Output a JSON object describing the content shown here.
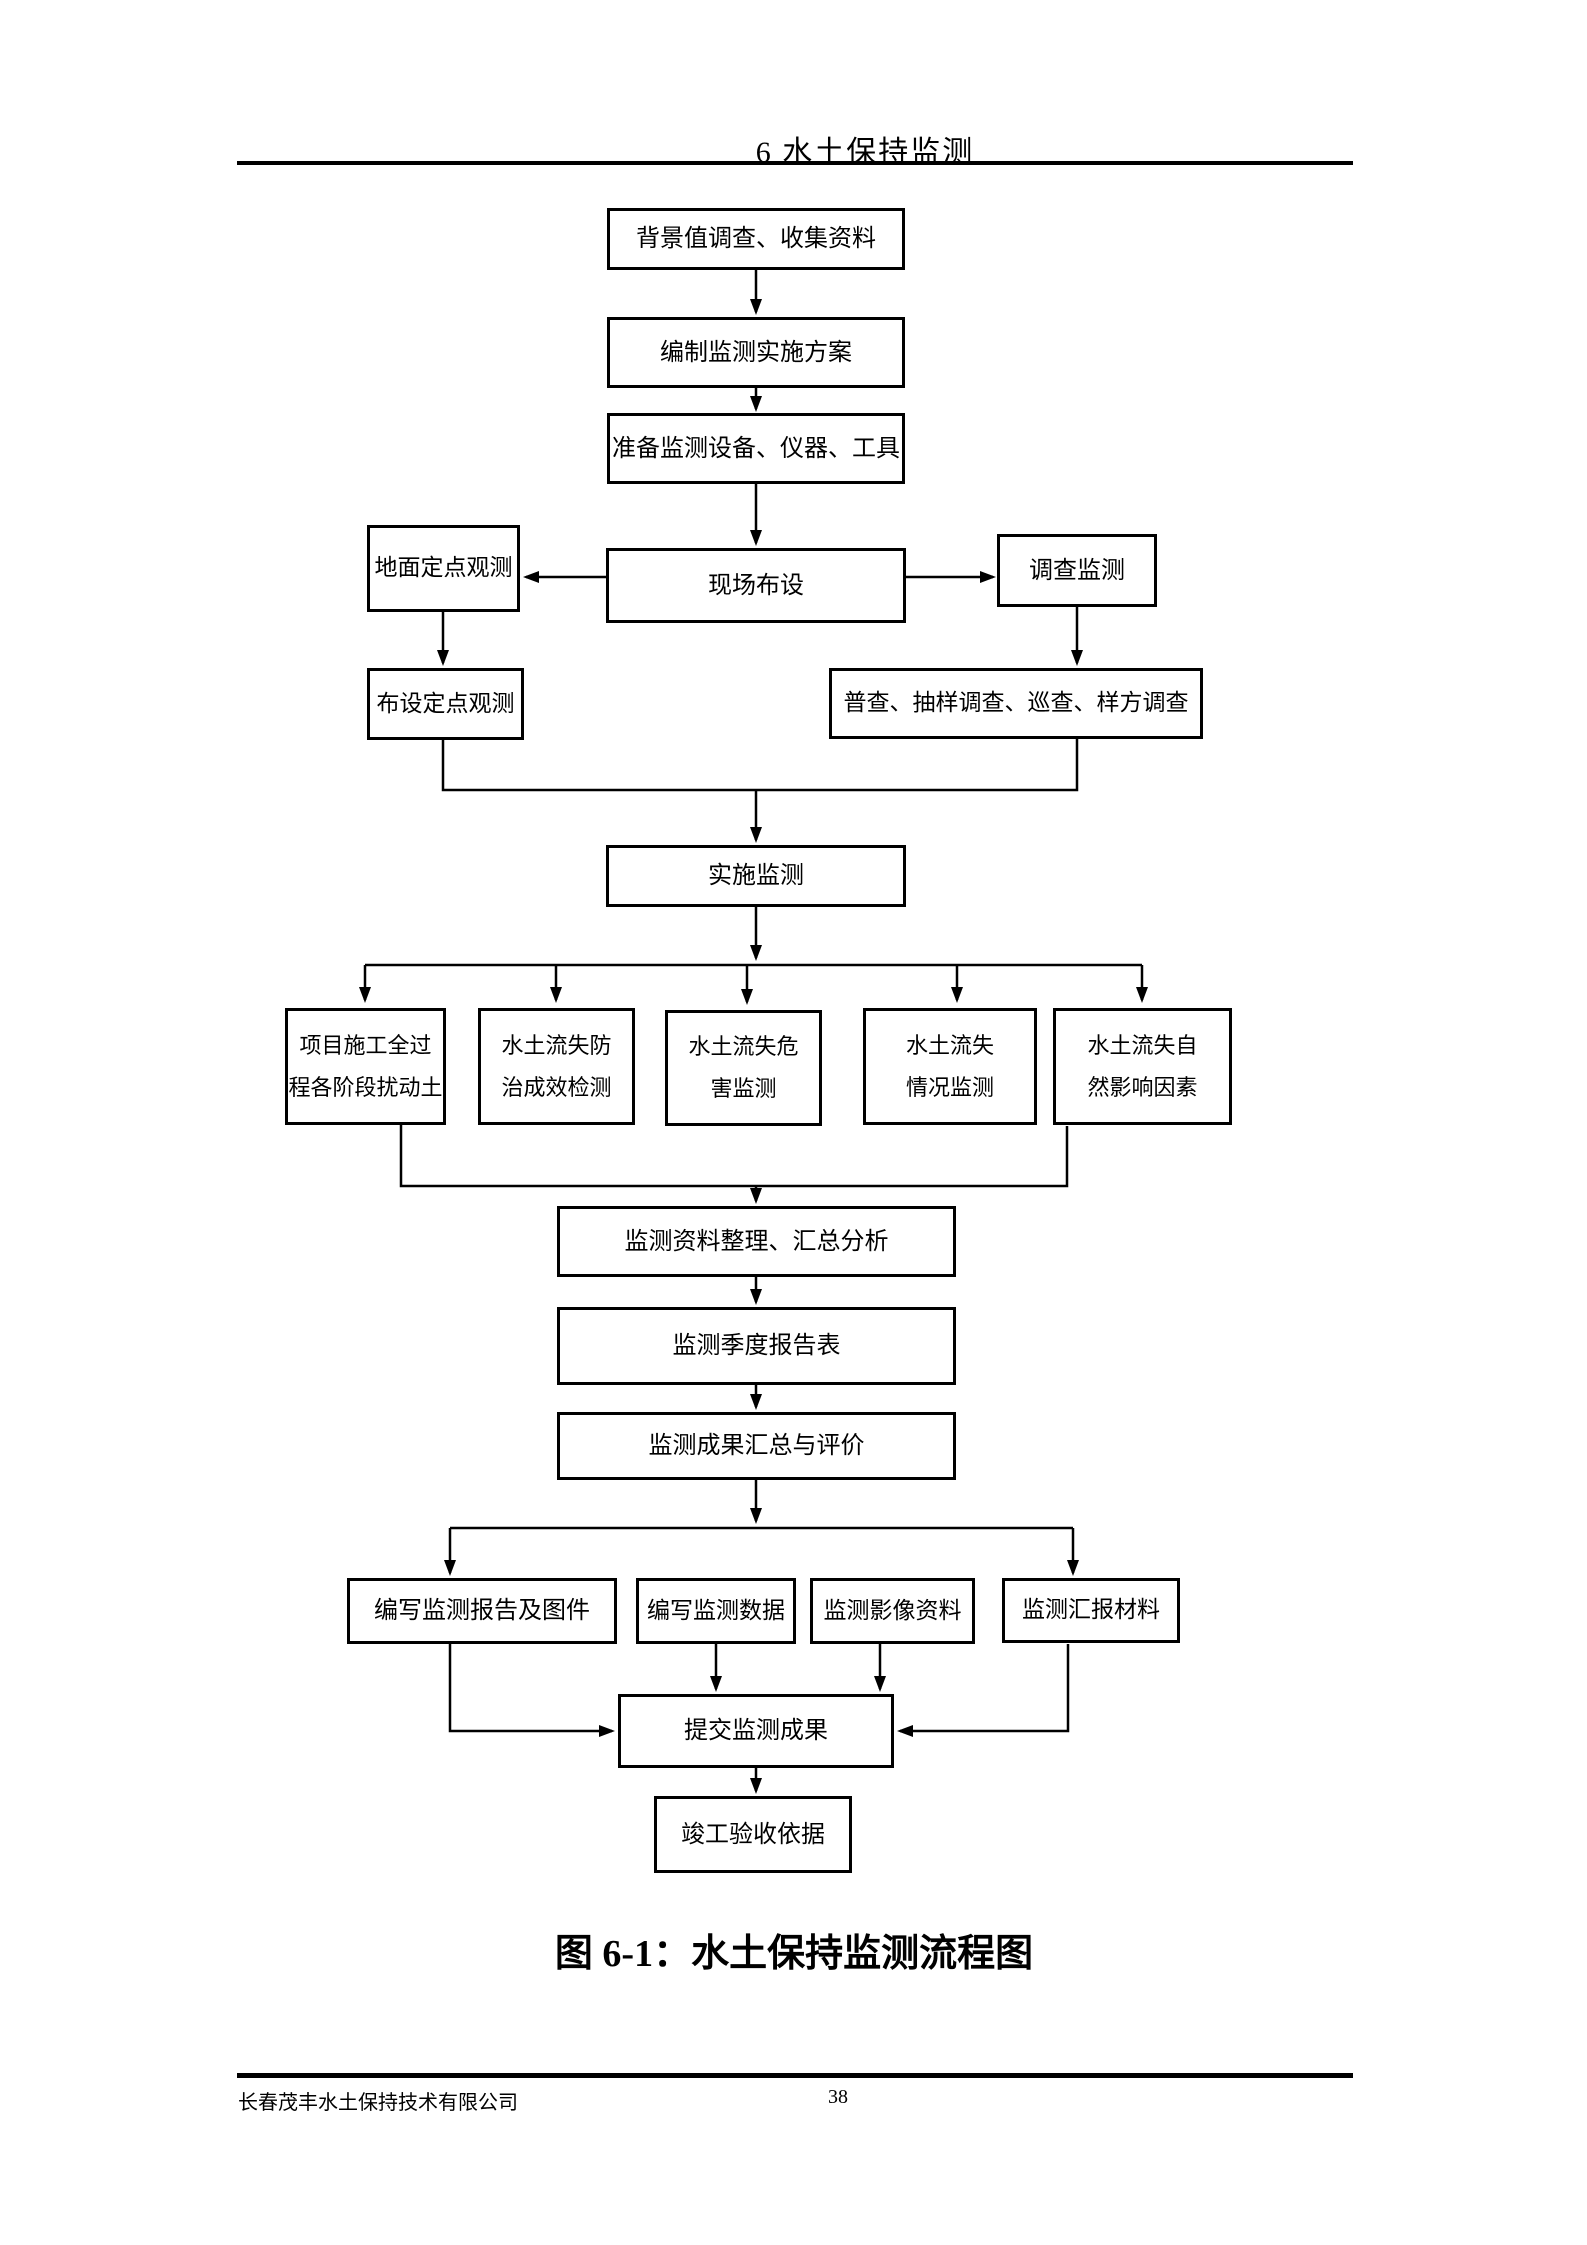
{
  "page": {
    "header": {
      "title": "6 水土保持监测"
    },
    "caption": "图 6-1：水土保持监测流程图",
    "footer": {
      "company": "长春茂丰水土保持技术有限公司",
      "page_number": "38"
    }
  },
  "flowchart": {
    "nodes": {
      "background_survey": "背景值调查、收集资料",
      "compile_plan": "编制监测实施方案",
      "prepare_equipment": "准备监测设备、仪器、工具",
      "site_layout": "现场布设",
      "ground_fixed_observation": "地面定点观测",
      "survey_monitoring": "调查监测",
      "layout_fixed_observation": "布设定点观测",
      "census_methods": "普查、抽样调查、巡查、样方调查",
      "implement_monitoring": "实施监测",
      "disturbed_soil": [
        "项目施工全过",
        "程各阶段扰动土"
      ],
      "control_effect": [
        "水土流失防",
        "治成效检测"
      ],
      "erosion_hazard": [
        "水土流失危",
        "害监测"
      ],
      "erosion_status": [
        "水土流失",
        "情况监测"
      ],
      "natural_factors": [
        "水土流失自",
        "然影响因素"
      ],
      "data_arrangement": "监测资料整理、汇总分析",
      "quarterly_report": "监测季度报告表",
      "results_evaluation": "监测成果汇总与评价",
      "compile_report": "编写监测报告及图件",
      "compile_data": "编写监测数据",
      "image_materials": "监测影像资料",
      "report_materials": "监测汇报材料",
      "submit_results": "提交监测成果",
      "acceptance_basis": "竣工验收依据"
    }
  }
}
